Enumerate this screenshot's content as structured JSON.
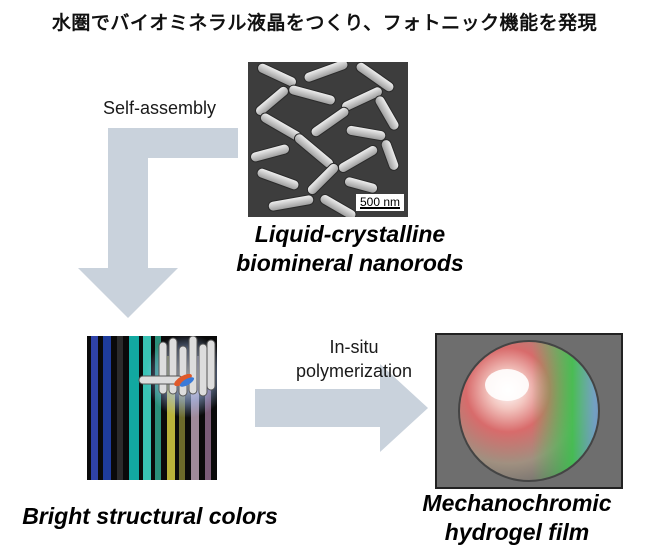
{
  "title": "水圏でバイオミネラル液晶をつくり、フォトニック機能を発現",
  "labels": {
    "self_assembly": "Self-assembly",
    "in_situ_1": "In-situ",
    "in_situ_2": "polymerization"
  },
  "sem": {
    "scale_label": "500 nm"
  },
  "captions": {
    "nanorods_1": "Liquid-crystalline",
    "nanorods_2": "biomineral nanorods",
    "colors": "Bright structural colors",
    "film_1": "Mechanochromic",
    "film_2": "hydrogel film"
  },
  "colors": {
    "arrow": "#c9d2dc",
    "background": "#ffffff"
  }
}
